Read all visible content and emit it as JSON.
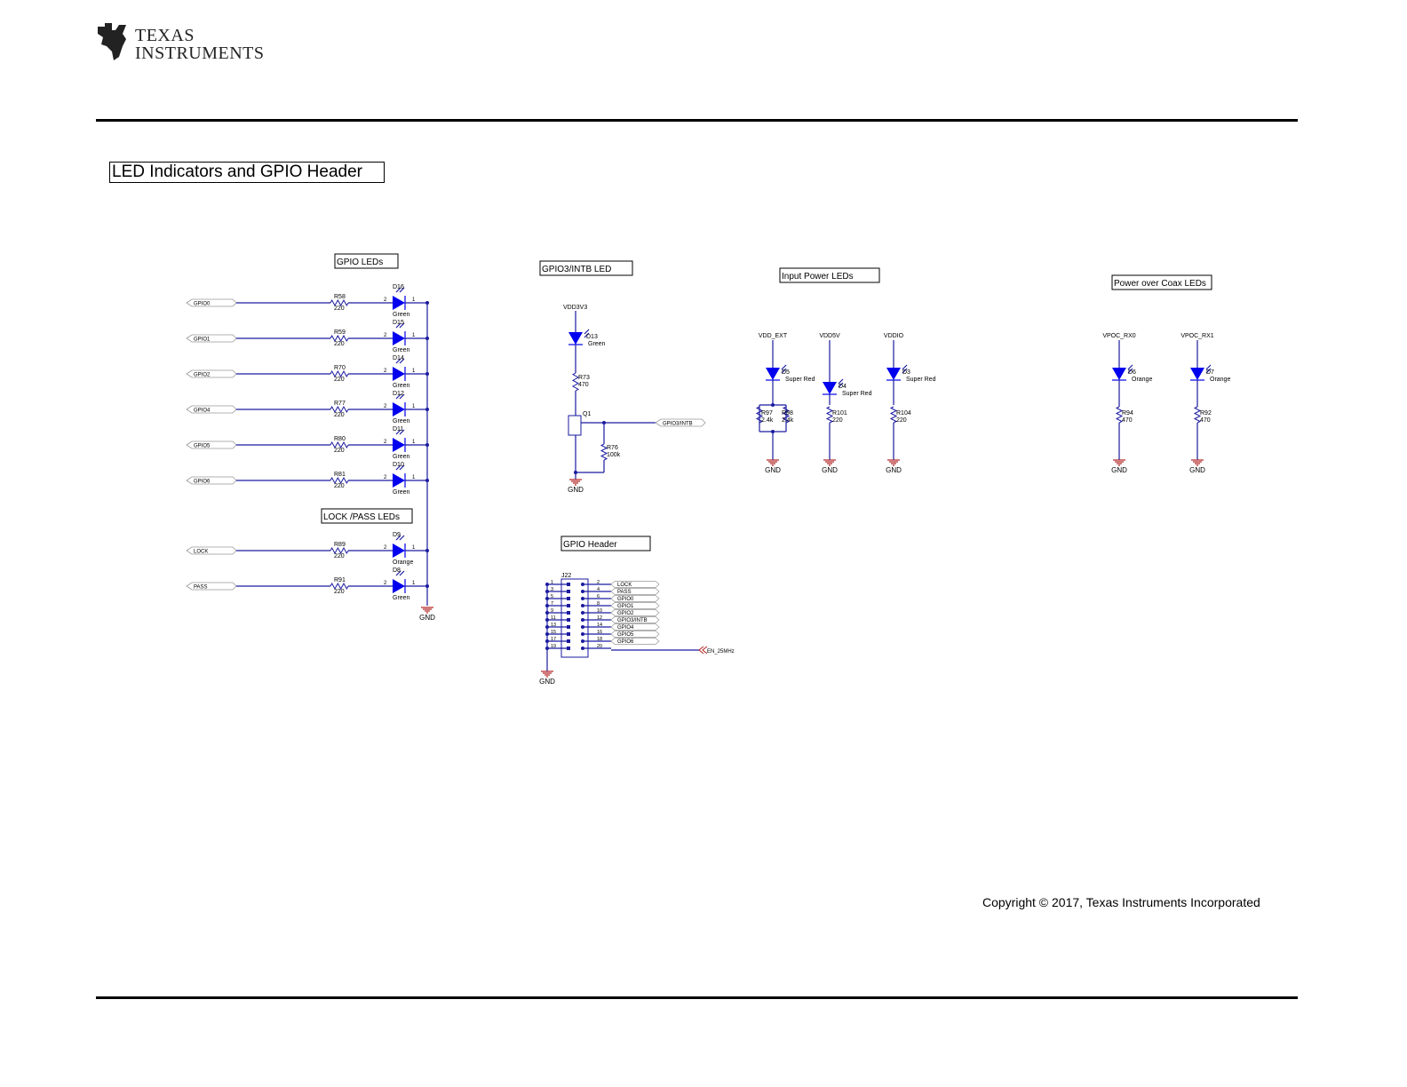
{
  "header": {
    "logo_line1": "Texas",
    "logo_line2": "Instruments",
    "brand_color": "#222222"
  },
  "page_title": "LED Indicators and GPIO Header",
  "footer": {
    "copyright": "Copyright © 2017, Texas Instruments Incorporated"
  },
  "colors": {
    "wire": "#1a1aa0",
    "led": "#0000ee",
    "ground": "#b22222"
  },
  "sections": {
    "gpio_leds": "GPIO LEDs",
    "lock_pass_leds": "LOCK /PASS LEDs",
    "gpio3_led": "GPIO3/INTB LED",
    "input_power_leds": "Input Power LEDs",
    "poc_leds": "Power over Coax LEDs",
    "gpio_header": "GPIO Header"
  },
  "gpio_rows": [
    {
      "net": "GPIO0",
      "res": "R58",
      "val": "220",
      "led": "D16",
      "color": "Green"
    },
    {
      "net": "GPIO1",
      "res": "R59",
      "val": "220",
      "led": "D15",
      "color": "Green"
    },
    {
      "net": "GPIO2",
      "res": "R70",
      "val": "220",
      "led": "D14",
      "color": "Green"
    },
    {
      "net": "GPIO4",
      "res": "R77",
      "val": "220",
      "led": "D12",
      "color": "Green"
    },
    {
      "net": "GPIO5",
      "res": "R80",
      "val": "220",
      "led": "D11",
      "color": "Green"
    },
    {
      "net": "GPIO6",
      "res": "R81",
      "val": "220",
      "led": "D10",
      "color": "Green"
    },
    {
      "net": "LOCK",
      "res": "R89",
      "val": "220",
      "led": "D9",
      "color": "Orange"
    },
    {
      "net": "PASS",
      "res": "R91",
      "val": "220",
      "led": "D8",
      "color": "Green"
    }
  ],
  "pin_labels": {
    "anode": "2",
    "cathode": "1"
  },
  "gnd": "GND",
  "gpio3_circuit": {
    "supply": "VDD3V3",
    "led": "D13",
    "led_color": "Green",
    "res": "R73",
    "res_val": "470",
    "fet": "Q1",
    "pull": "R76",
    "pull_val": "100k",
    "net": "GPIO3/INTB"
  },
  "power_leds": [
    {
      "supply": "VDD_EXT",
      "led": "D5",
      "color": "Super Red",
      "res": "R97",
      "val": "2.4k",
      "res2": "R98",
      "val2": "2.4k"
    },
    {
      "supply": "VDD5V",
      "led": "D4",
      "color": "Super Red",
      "res": "R101",
      "val": "220"
    },
    {
      "supply": "VDDIO",
      "led": "D3",
      "color": "Super Red",
      "res": "R104",
      "val": "220"
    }
  ],
  "poc_leds_list": [
    {
      "supply": "VPOC_RX0",
      "led": "D6",
      "color": "Orange",
      "res": "R94",
      "val": "470"
    },
    {
      "supply": "VPOC_RX1",
      "led": "D7",
      "color": "Orange",
      "res": "R92",
      "val": "470"
    }
  ],
  "header_conn": {
    "ref": "J22",
    "left_pins": [
      "1",
      "3",
      "5",
      "7",
      "9",
      "11",
      "13",
      "15",
      "17",
      "19"
    ],
    "right_pins": [
      "2",
      "4",
      "6",
      "8",
      "10",
      "12",
      "14",
      "16",
      "18",
      "20"
    ],
    "right_nets": [
      "LOCK",
      "PASS",
      "GPIO0",
      "GPIO1",
      "GPIO2",
      "GPIO3/INTB",
      "GPIO4",
      "GPIO5",
      "GPIO6"
    ],
    "en_net": "EN_25MHz"
  }
}
